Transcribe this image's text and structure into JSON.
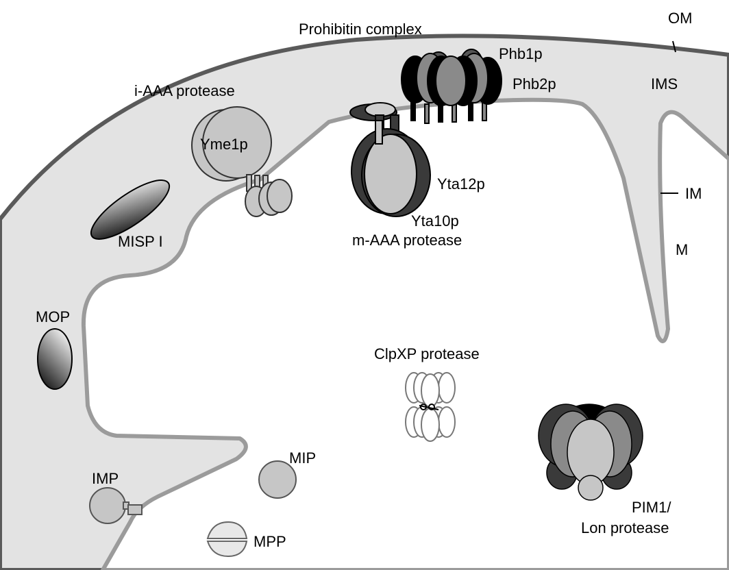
{
  "labels": {
    "om": "OM",
    "ims": "IMS",
    "im": "IM",
    "m": "M",
    "prohibitin_complex": "Prohibitin complex",
    "phb1p": "Phb1p",
    "phb2p": "Phb2p",
    "i_aaa_protease": "i-AAA protease",
    "yme1p": "Yme1p",
    "yta12p": "Yta12p",
    "yta10p": "Yta10p",
    "m_aaa_protease": "m-AAA protease",
    "mispi": "MISP I",
    "mop": "MOP",
    "clpxp_protease": "ClpXP protease",
    "imp": "IMP",
    "mip": "MIP",
    "mpp": "MPP",
    "pim1_line1": "PIM1/",
    "pim1_line2": "Lon protease"
  },
  "colors": {
    "outer_membrane": "#5a5a5a",
    "inner_membrane": "#9b9b9b",
    "ims_fill": "#e3e3e3",
    "matrix_fill": "#ffffff",
    "protein_light": "#c6c6c6",
    "protein_mid": "#8a8a8a",
    "protein_dark": "#3a3a3a"
  }
}
